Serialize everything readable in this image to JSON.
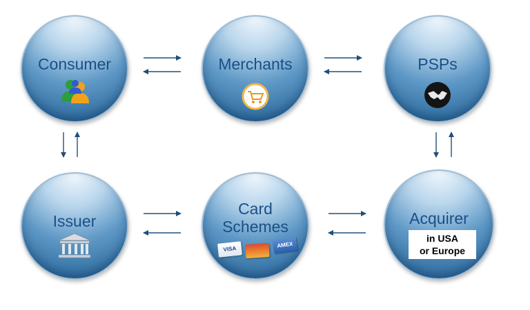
{
  "nodes": {
    "consumer": {
      "label": "Consumer",
      "icon": "users-icon"
    },
    "merchants": {
      "label": "Merchants",
      "icon": "shopping-cart-icon"
    },
    "psps": {
      "label": "PSPs",
      "icon": "handshake-icon"
    },
    "issuer": {
      "label": "Issuer",
      "icon": "bank-building-icon"
    },
    "card_schemes": {
      "label_line1": "Card",
      "label_line2": "Schemes",
      "icon": "payment-cards-icon",
      "cards": [
        "VISA",
        "",
        "AMEX"
      ]
    },
    "acquirer": {
      "label": "Acquirer",
      "note_line1": "in USA",
      "note_line2": "or Europe"
    }
  },
  "colors": {
    "label": "#1a4f86",
    "arrow": "#1f4e79"
  }
}
